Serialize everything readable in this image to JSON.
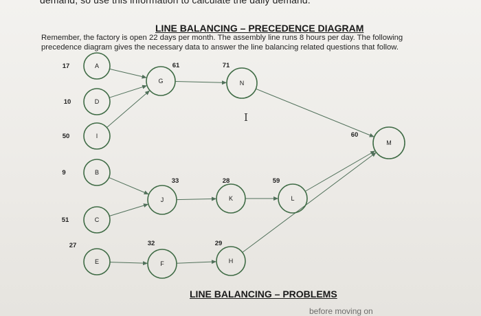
{
  "top_text": "demand, so use this information to calculate the daily demand.",
  "section_title": "LINE BALANCING – PRECEDENCE DIAGRAM",
  "intro_line1": "Remember, the factory is open 22 days per month. The assembly line runs 8 hours per day. The following",
  "intro_line2": "precedence diagram gives the necessary data to answer the line balancing related questions that follow.",
  "section2_title": "LINE BALANCING – PROBLEMS",
  "bottom_text": "before moving on",
  "cursor_glyph": "I",
  "colors": {
    "node_stroke": "#3f6b45",
    "edge_stroke": "#50705a"
  },
  "diagram": {
    "tasks": [
      {
        "id": "A",
        "time": "17"
      },
      {
        "id": "D",
        "time": "10"
      },
      {
        "id": "I",
        "time": "50"
      },
      {
        "id": "B",
        "time": "9"
      },
      {
        "id": "C",
        "time": "51"
      },
      {
        "id": "E",
        "time": "27"
      },
      {
        "id": "G",
        "time": "61"
      },
      {
        "id": "N",
        "time": "71"
      },
      {
        "id": "J",
        "time": "33"
      },
      {
        "id": "K",
        "time": "28"
      },
      {
        "id": "L",
        "time": "59"
      },
      {
        "id": "F",
        "time": "32"
      },
      {
        "id": "H",
        "time": "29"
      },
      {
        "id": "M",
        "time": "60"
      }
    ],
    "edges": [
      [
        "A",
        "G"
      ],
      [
        "D",
        "G"
      ],
      [
        "I",
        "G"
      ],
      [
        "G",
        "N"
      ],
      [
        "N",
        "M"
      ],
      [
        "B",
        "J"
      ],
      [
        "C",
        "J"
      ],
      [
        "J",
        "K"
      ],
      [
        "K",
        "L"
      ],
      [
        "L",
        "M"
      ],
      [
        "E",
        "F"
      ],
      [
        "F",
        "H"
      ],
      [
        "H",
        "M"
      ]
    ]
  }
}
